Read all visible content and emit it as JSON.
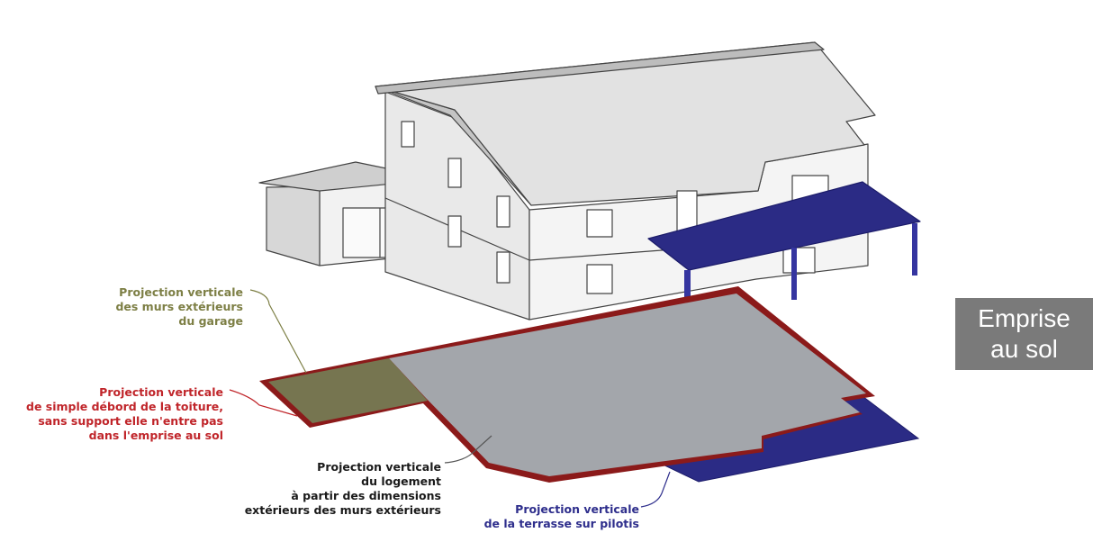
{
  "labels": {
    "garage": {
      "text": "Projection verticale\ndes murs extérieurs\ndu garage",
      "color": "#7d7f45"
    },
    "roof": {
      "text": "Projection verticale\nde simple débord de la toiture,\nsans support elle n'entre pas\ndans l'emprise au sol",
      "color": "#c0252a"
    },
    "housing": {
      "text": "Projection verticale\ndu logement\nà partir des dimensions\nextérieurs des murs extérieurs",
      "color": "#1a1a1a"
    },
    "terrace": {
      "text": "Projection verticale\nde la terrasse sur pilotis",
      "color": "#2e2e8c"
    }
  },
  "badge": {
    "line1": "Emprise",
    "line2": "au sol",
    "background": "#7a7a7a",
    "text_color": "#ffffff"
  },
  "colors": {
    "footprint_border": "#8b1a1a",
    "footprint_fill": "#a3a6ab",
    "garage_fill": "#767550",
    "terrace_fill": "#2b2b85",
    "wall_light": "#f2f2f2",
    "wall_shade": "#d7d7d7",
    "roof_top": "#e2e2e2",
    "roof_edge": "#bdbdbd"
  }
}
